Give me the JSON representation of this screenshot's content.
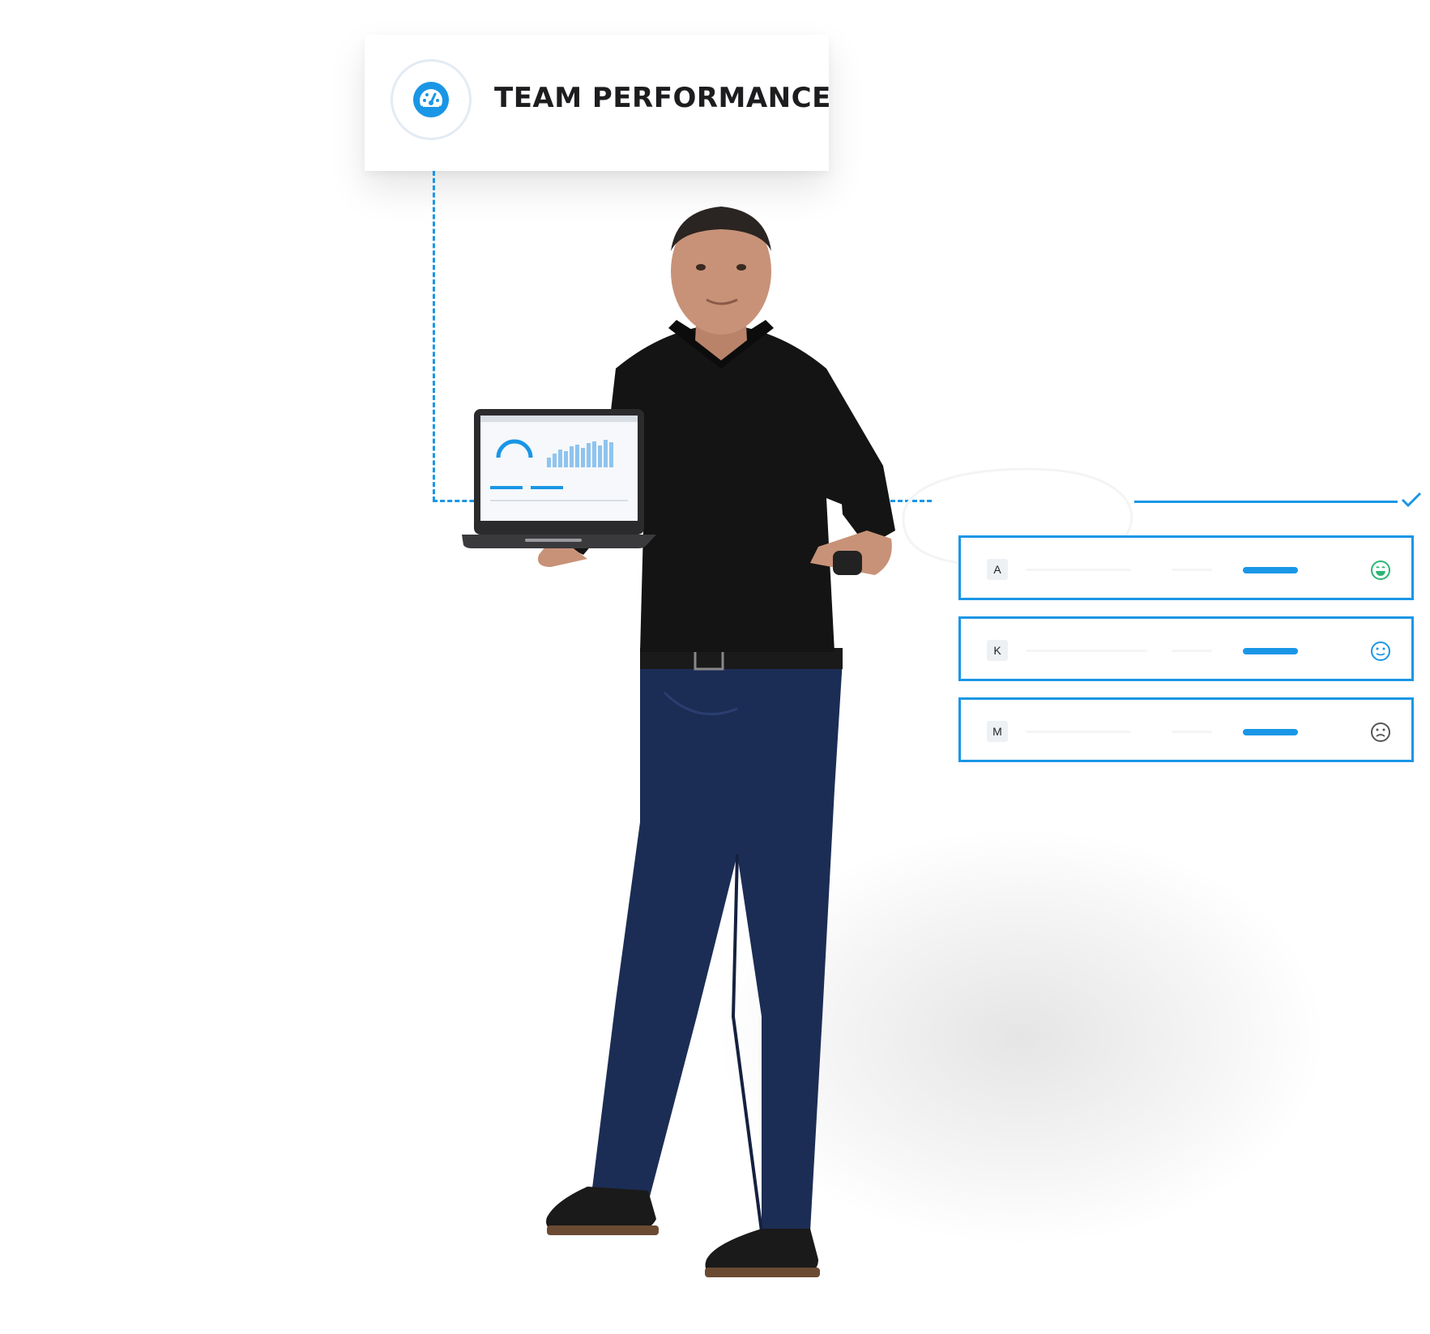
{
  "card": {
    "title": "TEAM PERFORMANCE",
    "icon": "speedometer-icon"
  },
  "colors": {
    "accent": "#1a96e6",
    "happy": "#2bb673",
    "neutral": "#1a96e6",
    "sad": "#555555"
  },
  "rows": [
    {
      "initial": "A",
      "mood": "happy-face-icon"
    },
    {
      "initial": "K",
      "mood": "neutral-face-icon"
    },
    {
      "initial": "M",
      "mood": "sad-face-icon"
    }
  ]
}
